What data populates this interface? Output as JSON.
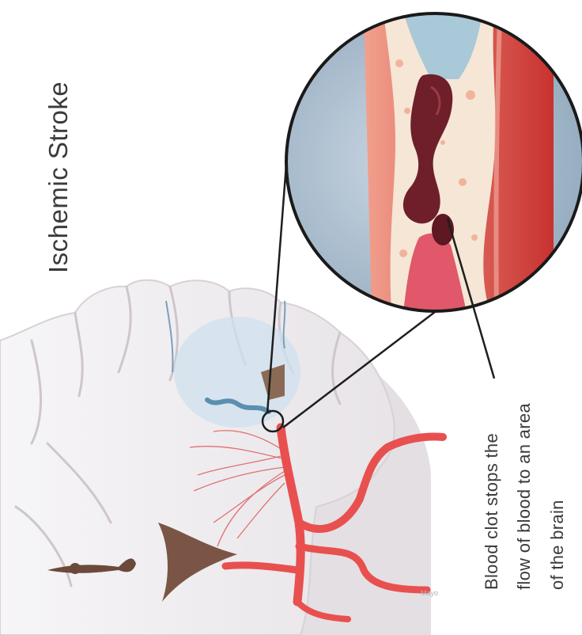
{
  "title": "Ischemic Stroke",
  "caption": {
    "line1": "Blood clot stops the",
    "line2": "flow of blood to an area",
    "line3": "of the brain"
  },
  "colors": {
    "background": "#ffffff",
    "brain_tissue": "#f3f1f3",
    "brain_shadow": "#d9d2d6",
    "artery": "#e8504f",
    "vein": "#5a8fb0",
    "clot": "#6e1f2a",
    "vessel_wall": "#d23a3a",
    "plaque": "#f7e8d8",
    "lens_bg": "#9fb5c8"
  }
}
